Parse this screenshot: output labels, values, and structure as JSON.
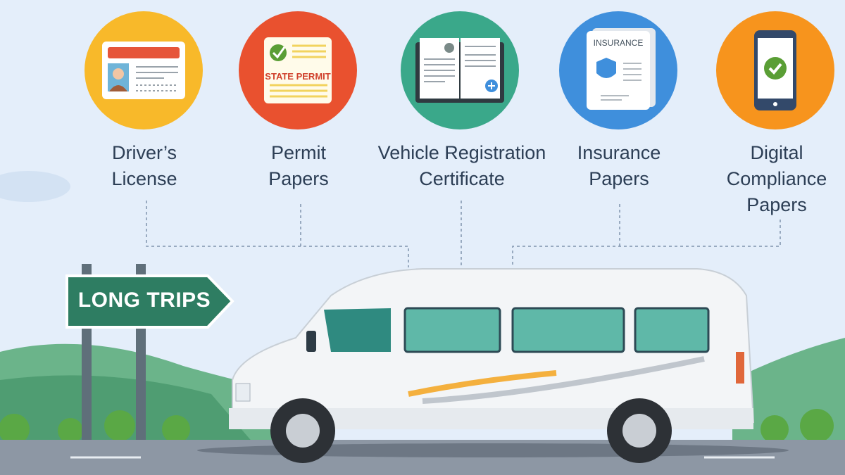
{
  "documents": [
    {
      "label_lines": [
        "Driver’s",
        "License"
      ],
      "color": "#f8b92a",
      "icon": "id-card-icon"
    },
    {
      "label_lines": [
        "Permit",
        "Papers"
      ],
      "color": "#e9512f",
      "icon": "state-permit-icon",
      "icon_text": "STATE PERMIT"
    },
    {
      "label_lines": [
        "Vehicle Registration",
        "Certificate"
      ],
      "color": "#3aa88a",
      "icon": "registration-book-icon"
    },
    {
      "label_lines": [
        "Insurance",
        "Papers"
      ],
      "color": "#3f8fdc",
      "icon": "insurance-document-icon",
      "icon_text": "INSURANCE"
    },
    {
      "label_lines": [
        "Digital",
        "Compliance",
        "Papers"
      ],
      "color": "#f7941d",
      "icon": "smartphone-check-icon"
    }
  ],
  "sign": {
    "text": "LONG TRIPS",
    "color": "#2e7d62"
  }
}
